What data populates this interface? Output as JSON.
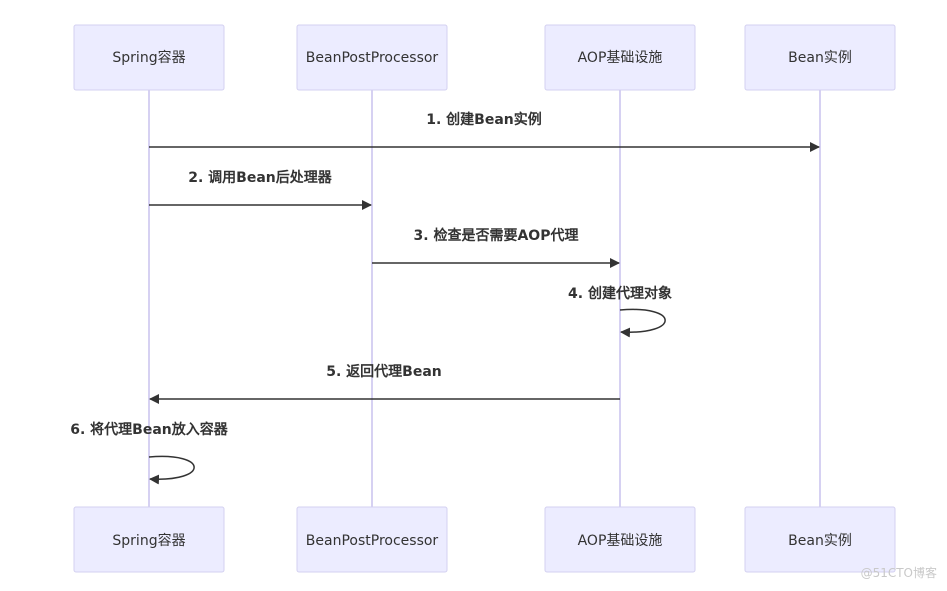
{
  "participants": [
    {
      "id": "spring",
      "label": "Spring容器"
    },
    {
      "id": "bpp",
      "label": "BeanPostProcessor"
    },
    {
      "id": "aop",
      "label": "AOP基础设施"
    },
    {
      "id": "bean",
      "label": "Bean实例"
    }
  ],
  "messages": [
    {
      "from": "spring",
      "to": "bean",
      "label": "1. 创建Bean实例"
    },
    {
      "from": "spring",
      "to": "bpp",
      "label": "2. 调用Bean后处理器"
    },
    {
      "from": "bpp",
      "to": "aop",
      "label": "3. 检查是否需要AOP代理"
    },
    {
      "from": "aop",
      "to": "aop",
      "label": "4. 创建代理对象"
    },
    {
      "from": "aop",
      "to": "spring",
      "label": "5. 返回代理Bean"
    },
    {
      "from": "spring",
      "to": "spring",
      "label": "6. 将代理Bean放入容器"
    }
  ],
  "watermark": "@51CTO博客",
  "colors": {
    "actor_fill": "#ececff",
    "actor_stroke": "#d3d0f0",
    "lifeline": "#c8c2ee",
    "line": "#333333"
  }
}
